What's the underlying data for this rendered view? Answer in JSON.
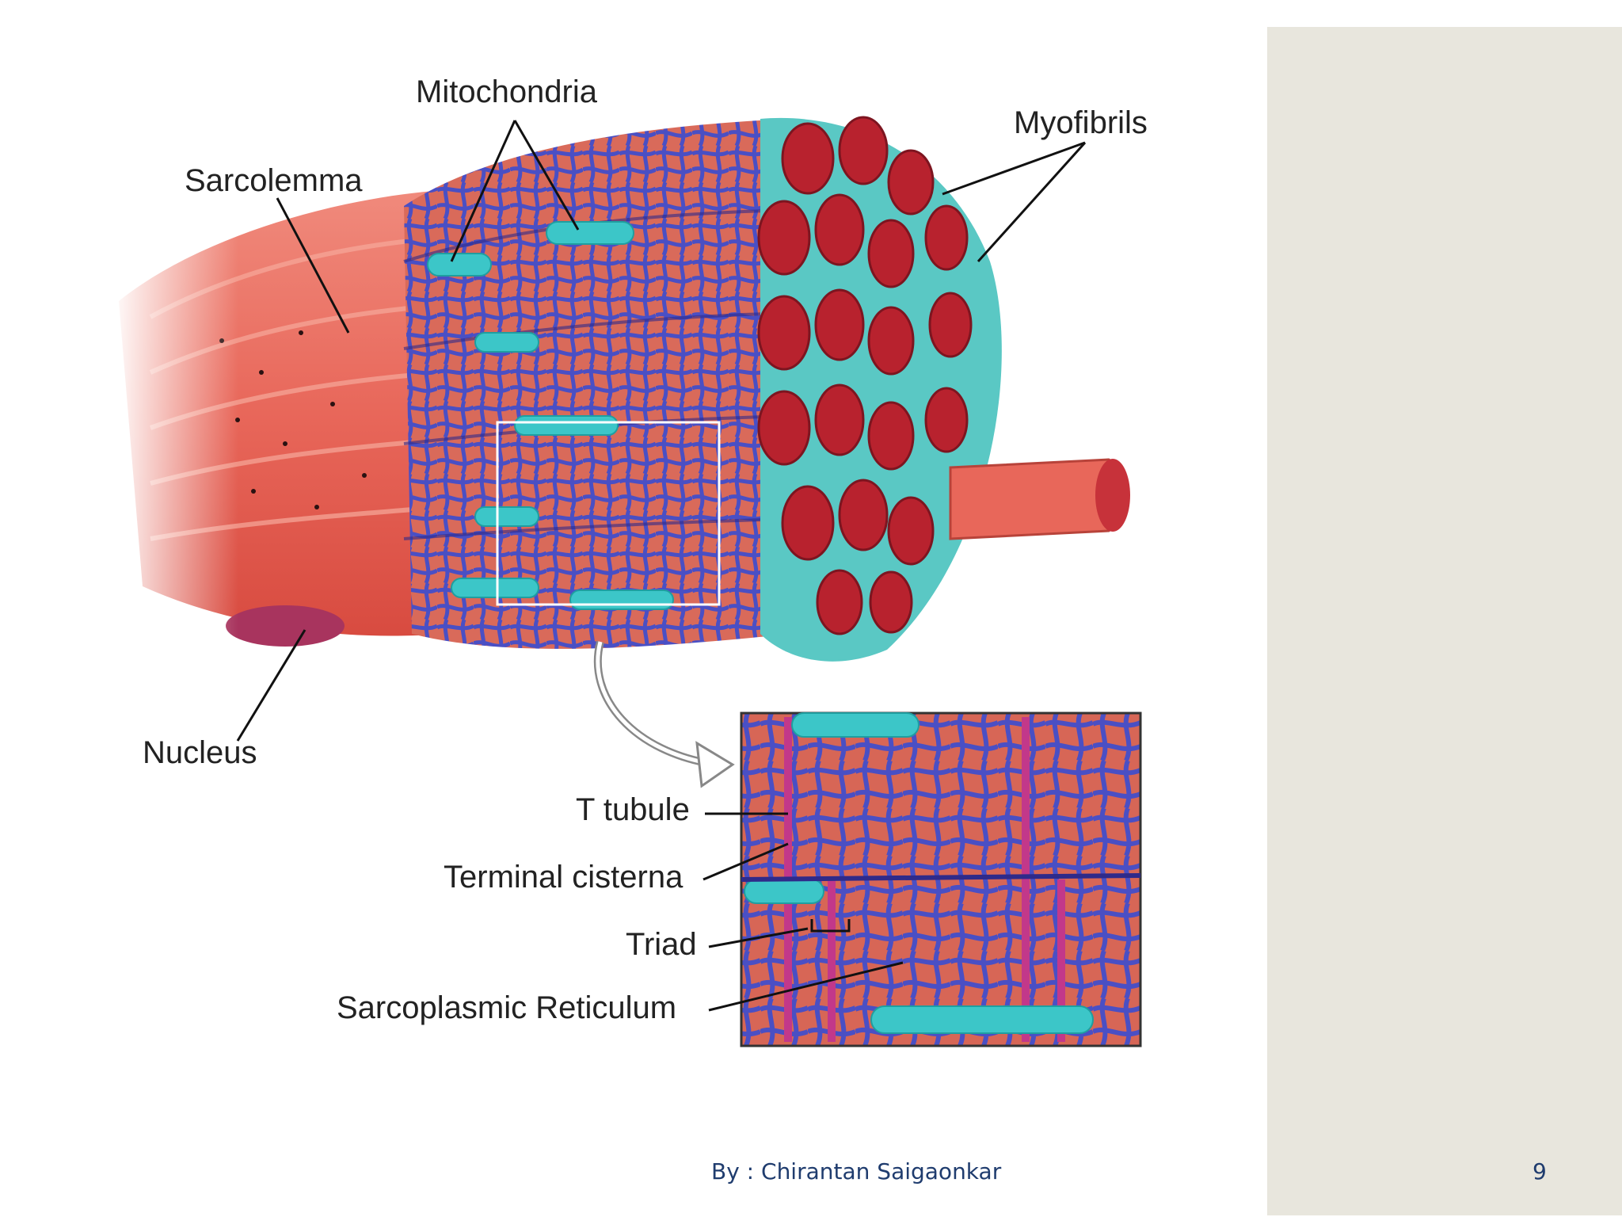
{
  "labels": {
    "mitochondria": "Mitochondria",
    "sarcolemma": "Sarcolemma",
    "myofibrils": "Myofibrils",
    "nucleus": "Nucleus",
    "t_tubule": "T tubule",
    "terminal_cisterna": "Terminal cisterna",
    "triad": "Triad",
    "sarcoplasmic_reticulum": "Sarcoplasmic Reticulum"
  },
  "footer": {
    "author": "By : Chirantan Saigaonkar",
    "page_number": "9"
  },
  "colors": {
    "muscle": "#e8675a",
    "fiber_face": "#b8222e",
    "reticulum": "#4a4fc4",
    "mitochondria": "#3cc6c8",
    "panel": "#e8e6dd",
    "footer_text": "#1f3c6e"
  }
}
